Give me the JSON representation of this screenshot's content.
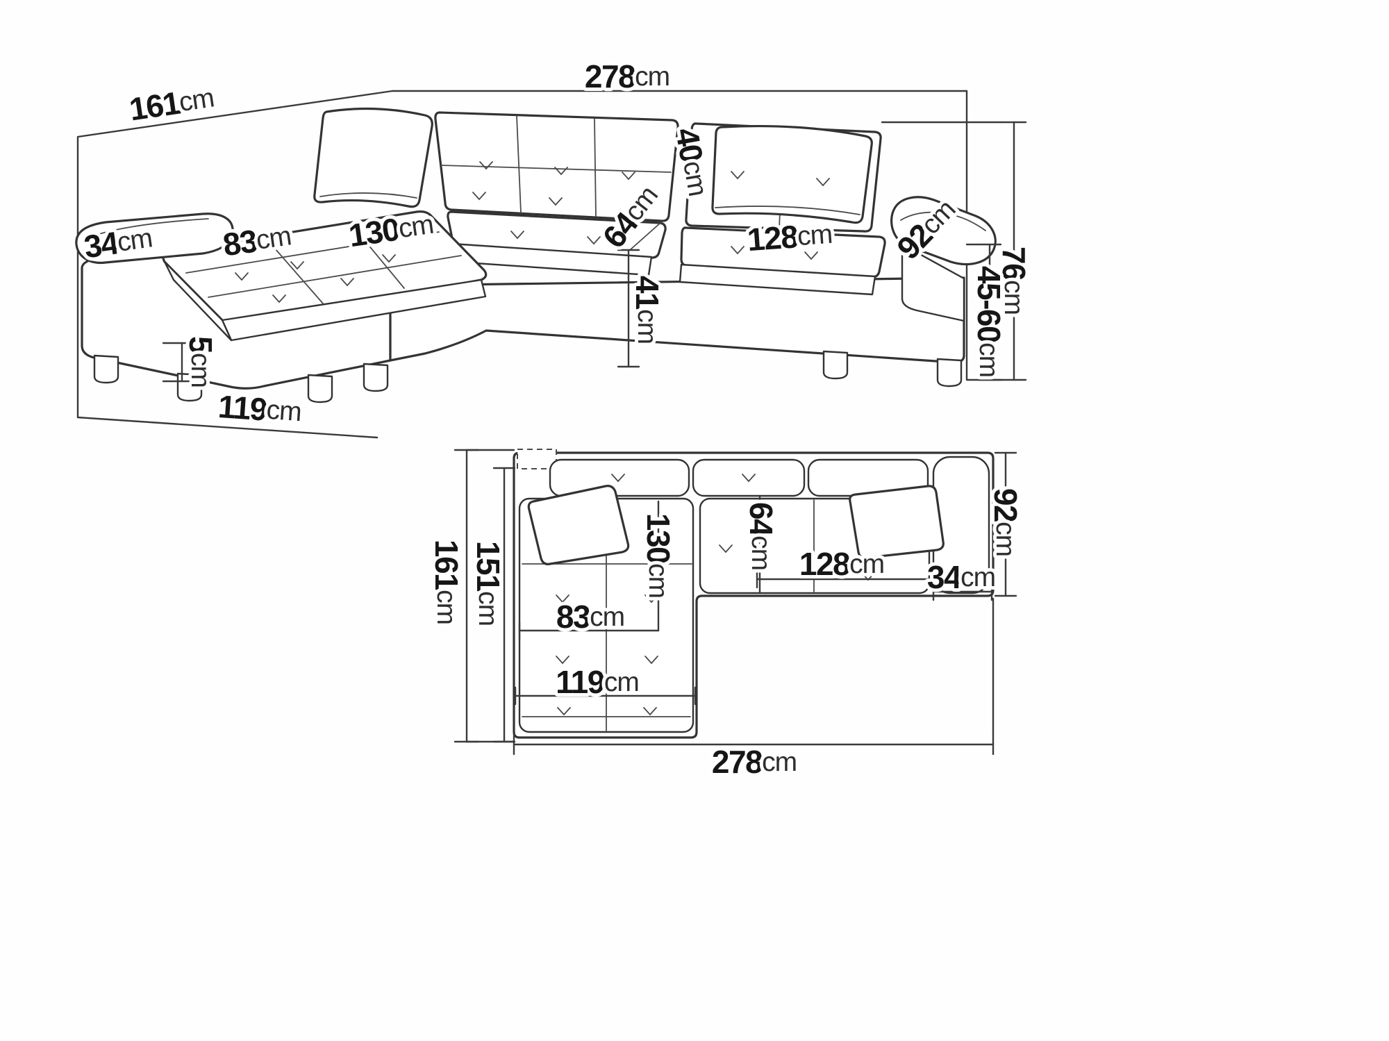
{
  "diagram": {
    "subject": "corner-sofa-dimensions",
    "unit": "cm",
    "line_color": "#3a3a3a",
    "text_color": "#161616",
    "background": "#ffffff"
  },
  "perspective": {
    "back_width": {
      "value": "278",
      "unit": "cm"
    },
    "left_depth": {
      "value": "161",
      "unit": "cm"
    },
    "left_armrest_width": {
      "value": "34",
      "unit": "cm"
    },
    "chaise_cushion_width": {
      "value": "83",
      "unit": "cm"
    },
    "chaise_cushion_length": {
      "value": "130",
      "unit": "cm"
    },
    "seat_depth": {
      "value": "64",
      "unit": "cm"
    },
    "backrest_height": {
      "value": "40",
      "unit": "cm"
    },
    "seat_cushion_width": {
      "value": "128",
      "unit": "cm"
    },
    "right_armrest_length": {
      "value": "92",
      "unit": "cm"
    },
    "total_height": {
      "value": "76",
      "unit": "cm"
    },
    "seat_height_range": {
      "value": "45-60",
      "unit": "cm"
    },
    "seat_height": {
      "value": "41",
      "unit": "cm"
    },
    "leg_height": {
      "value": "5",
      "unit": "cm"
    },
    "chaise_outer_width": {
      "value": "119",
      "unit": "cm"
    }
  },
  "plan": {
    "total_depth": {
      "value": "161",
      "unit": "cm"
    },
    "inner_depth": {
      "value": "151",
      "unit": "cm"
    },
    "chaise_cushion_length": {
      "value": "130",
      "unit": "cm"
    },
    "seat_depth": {
      "value": "64",
      "unit": "cm"
    },
    "seat_cushion_width": {
      "value": "128",
      "unit": "cm"
    },
    "right_armrest_width": {
      "value": "34",
      "unit": "cm"
    },
    "right_armrest_depth": {
      "value": "92",
      "unit": "cm"
    },
    "chaise_cushion_width": {
      "value": "83",
      "unit": "cm"
    },
    "chaise_outer_width": {
      "value": "119",
      "unit": "cm"
    },
    "total_width": {
      "value": "278",
      "unit": "cm"
    }
  }
}
